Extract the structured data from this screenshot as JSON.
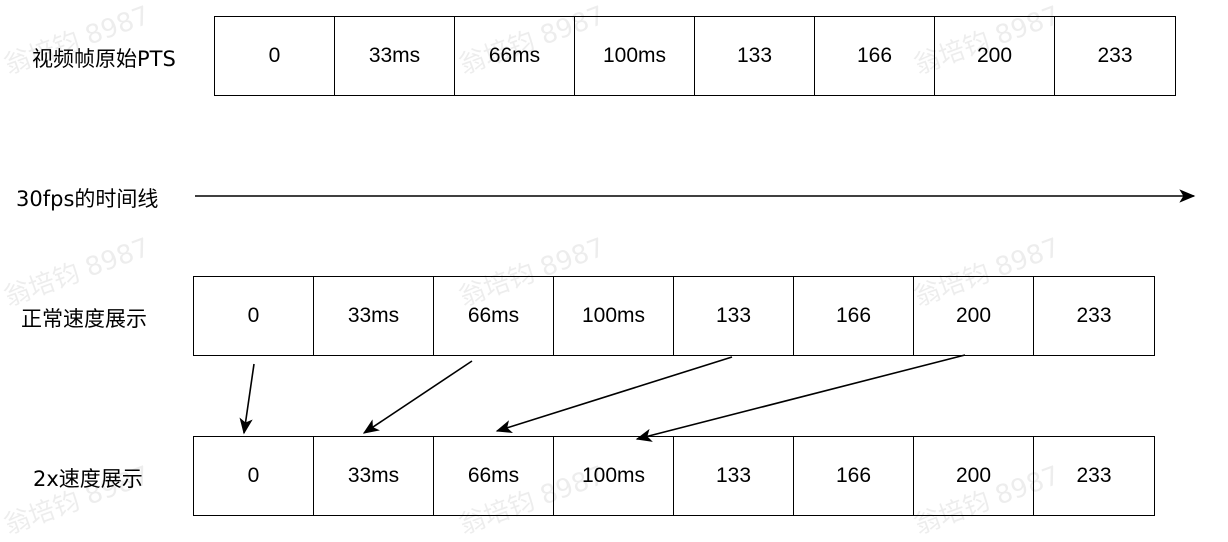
{
  "watermark": "翁培钧 8987",
  "rows": {
    "original": {
      "label": "视频帧原始PTS",
      "cells": [
        "0",
        "33ms",
        "66ms",
        "100ms",
        "133",
        "166",
        "200",
        "233"
      ]
    },
    "normal": {
      "label": "正常速度展示",
      "cells": [
        "0",
        "33ms",
        "66ms",
        "100ms",
        "133",
        "166",
        "200",
        "233"
      ]
    },
    "double": {
      "label": "2x速度展示",
      "cells": [
        "0",
        "33ms",
        "66ms",
        "100ms",
        "133",
        "166",
        "200",
        "233"
      ]
    }
  },
  "timeline": {
    "label": "30fps的时间线"
  },
  "colors": {
    "stroke": "#000000",
    "background": "#ffffff"
  }
}
